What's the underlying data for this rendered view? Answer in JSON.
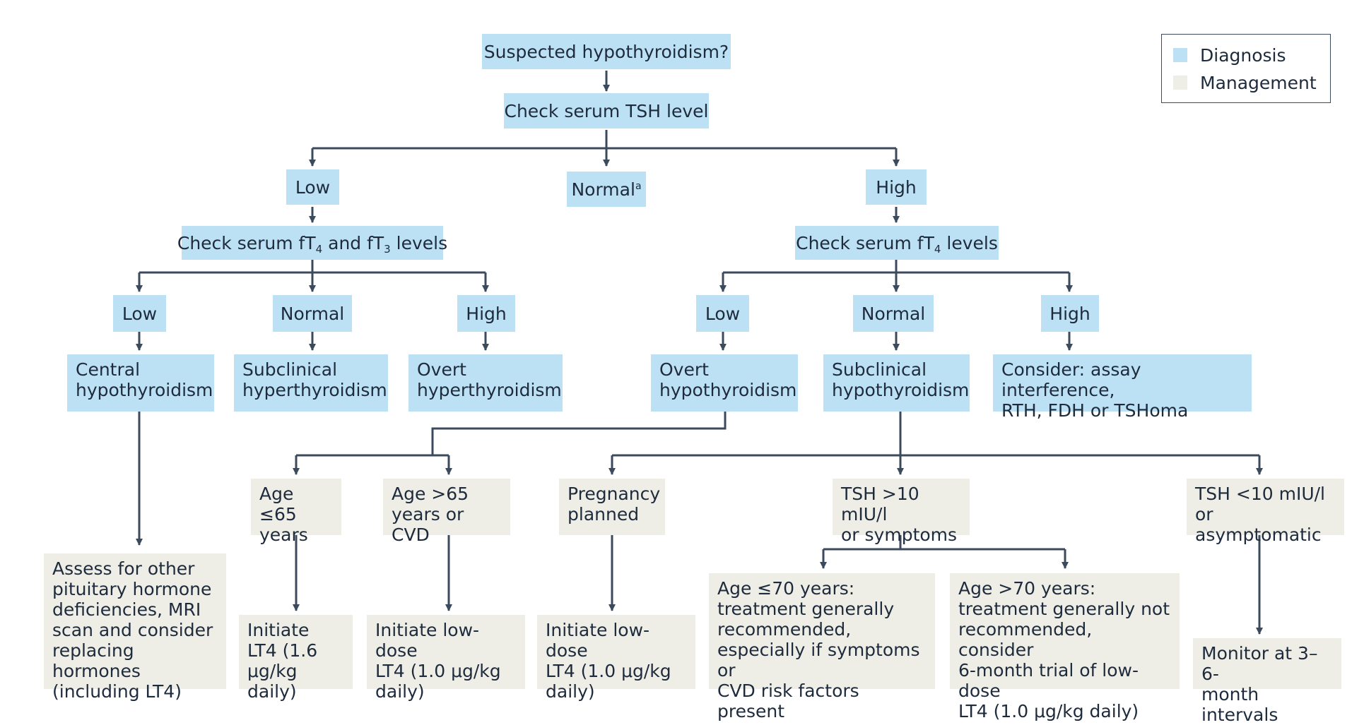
{
  "legend": [
    {
      "label": "Diagnosis",
      "color": "#bde1f4"
    },
    {
      "label": "Management",
      "color": "#efeee6"
    }
  ],
  "nodes": {
    "suspected": "Suspected hypothyroidism?",
    "check_tsh": "Check serum TSH level",
    "tsh_low": "Low",
    "tsh_normal": "Normal",
    "tsh_normal_sup": "a",
    "tsh_high": "High",
    "check_ft4_ft3": {
      "pre": "Check serum fT",
      "sub1": "4",
      "mid": " and fT",
      "sub2": "3",
      "post": " levels"
    },
    "check_ft4": {
      "pre": "Check serum fT",
      "sub1": "4",
      "post": " levels"
    },
    "lp_low": "Low",
    "lp_normal": "Normal",
    "lp_high": "High",
    "rp_low": "Low",
    "rp_normal": "Normal",
    "rp_high": "High",
    "central": "Central\nhypothyroidism",
    "subclin_hyper": "Subclinical\nhyperthyroidism",
    "overt_hyper": "Overt\nhyperthyroidism",
    "overt_hypo": "Overt\nhypothyroidism",
    "subclin_hypo": "Subclinical\nhypothyroidism",
    "consider": "Consider: assay interference,\nRTH, FDH or TSHoma",
    "age_le65": "Age ≤65\nyears",
    "age_gt65": "Age >65\nyears or CVD",
    "pregnancy": "Pregnancy\nplanned",
    "tsh_gt10": "TSH >10 mIU/l\nor symptoms",
    "tsh_lt10": "TSH <10 mIU/l\nor asymptomatic",
    "assess": "Assess for other\npituitary hormone\ndeficiencies, MRI\nscan and consider\nreplacing hormones\n(including LT4)",
    "init_lt4": "Initiate\nLT4 (1.6\nμg/kg daily)",
    "init_low_a": "Initiate low-dose\nLT4 (1.0 μg/kg\ndaily)",
    "init_low_b": "Initiate low-dose\nLT4 (1.0 μg/kg\ndaily)",
    "age_le70": "Age ≤70 years:\ntreatment generally\nrecommended,\nespecially if symptoms or\nCVD risk factors present",
    "age_gt70": "Age >70 years:\ntreatment generally not\nrecommended, consider\n6-month trial of low-dose\nLT4 (1.0 μg/kg daily)",
    "monitor": "Monitor at 3–6-\nmonth intervals"
  },
  "colors": {
    "diagnosis": "#bde1f4",
    "management": "#efeee6",
    "line": "#3b4a5c",
    "text": "#1e2b3c"
  }
}
